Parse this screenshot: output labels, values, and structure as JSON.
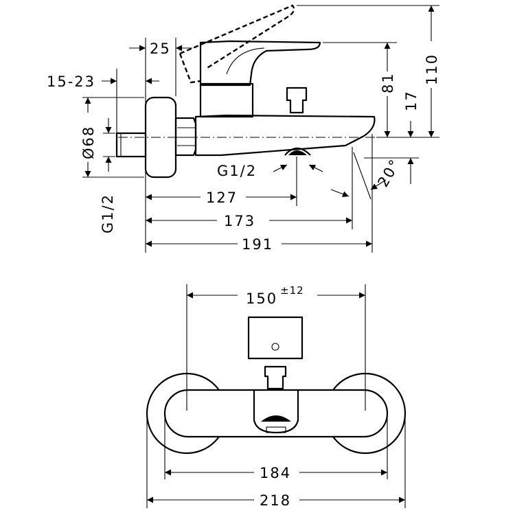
{
  "side_view": {
    "dims": {
      "d25": "25",
      "d15_23": "15-23",
      "d68": "Ø68",
      "g_half_left": "G1/2",
      "g_half_outlet": "G1/2",
      "d127": "127",
      "d173": "173",
      "d191": "191",
      "d81": "81",
      "d17": "17",
      "d110": "110",
      "angle20": "20°"
    }
  },
  "front_view": {
    "dims": {
      "d150": "150",
      "d150_tol": "±12",
      "d184": "184",
      "d218": "218"
    }
  }
}
